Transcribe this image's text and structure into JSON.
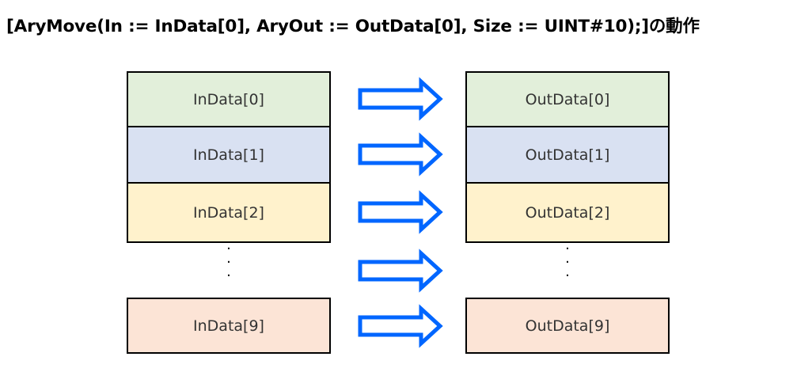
{
  "title": "[AryMove(In := InData[0], AryOut := OutData[0], Size := UINT#10);]の動作",
  "colors": {
    "row0": "#e2efda",
    "row1": "#d9e1f2",
    "row2": "#fff2cc",
    "row9": "#fce4d6",
    "arrow": "#0066ff"
  },
  "in_cells": [
    "InData[0]",
    "InData[1]",
    "InData[2]",
    "InData[9]"
  ],
  "out_cells": [
    "OutData[0]",
    "OutData[1]",
    "OutData[2]",
    "OutData[9]"
  ],
  "ellipsis": "・\n・\n・",
  "arrow_icon": "right-block-arrow-icon"
}
